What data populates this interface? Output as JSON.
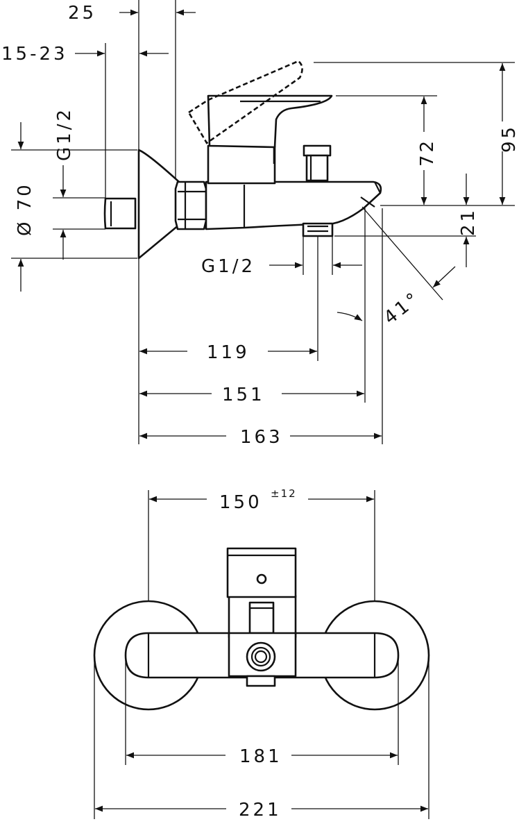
{
  "side_view": {
    "top_dim_a": "25",
    "top_dim_b": "15-23",
    "thread_wall": "G1/2",
    "diameter": "Ø 70",
    "height_max": "95",
    "height_lever": "72",
    "spout_drop": "21",
    "thread_outlet": "G1/2",
    "angle": "41°",
    "depth_outlet": "119",
    "depth_spout": "151",
    "depth_total": "163"
  },
  "front_view": {
    "centres": "150",
    "centres_tolerance": "±12",
    "body_width": "181",
    "total_width": "221"
  }
}
